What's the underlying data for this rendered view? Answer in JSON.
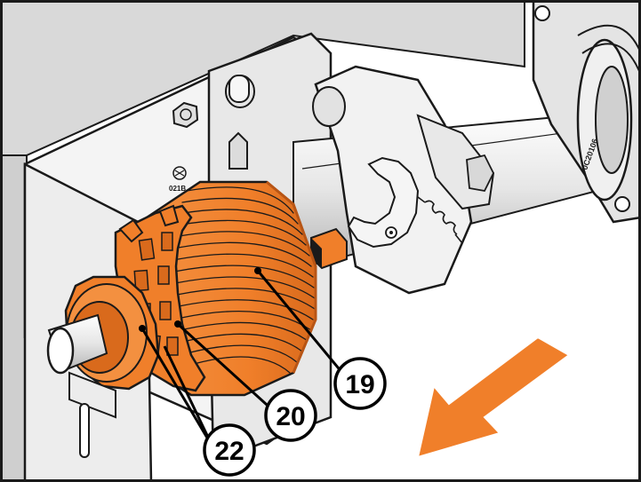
{
  "colors": {
    "spool_orange": "#F07F2A",
    "spool_dark": "#B85515",
    "metal_light": "#F2F2F2",
    "metal_mid": "#D6D6D6",
    "metal_dark": "#A8A8A8",
    "outline": "#1A1A1A",
    "arrow": "#F07F2A"
  },
  "bracket": {
    "stamp_code": "021B",
    "flange_text": "0C20106"
  },
  "callouts": [
    {
      "id": "19",
      "label": "19"
    },
    {
      "id": "20",
      "label": "20"
    },
    {
      "id": "22",
      "label": "22"
    }
  ],
  "direction_arrow": {
    "icon": "arrow-down-left-icon",
    "meaning": "pull spool off shaft"
  }
}
